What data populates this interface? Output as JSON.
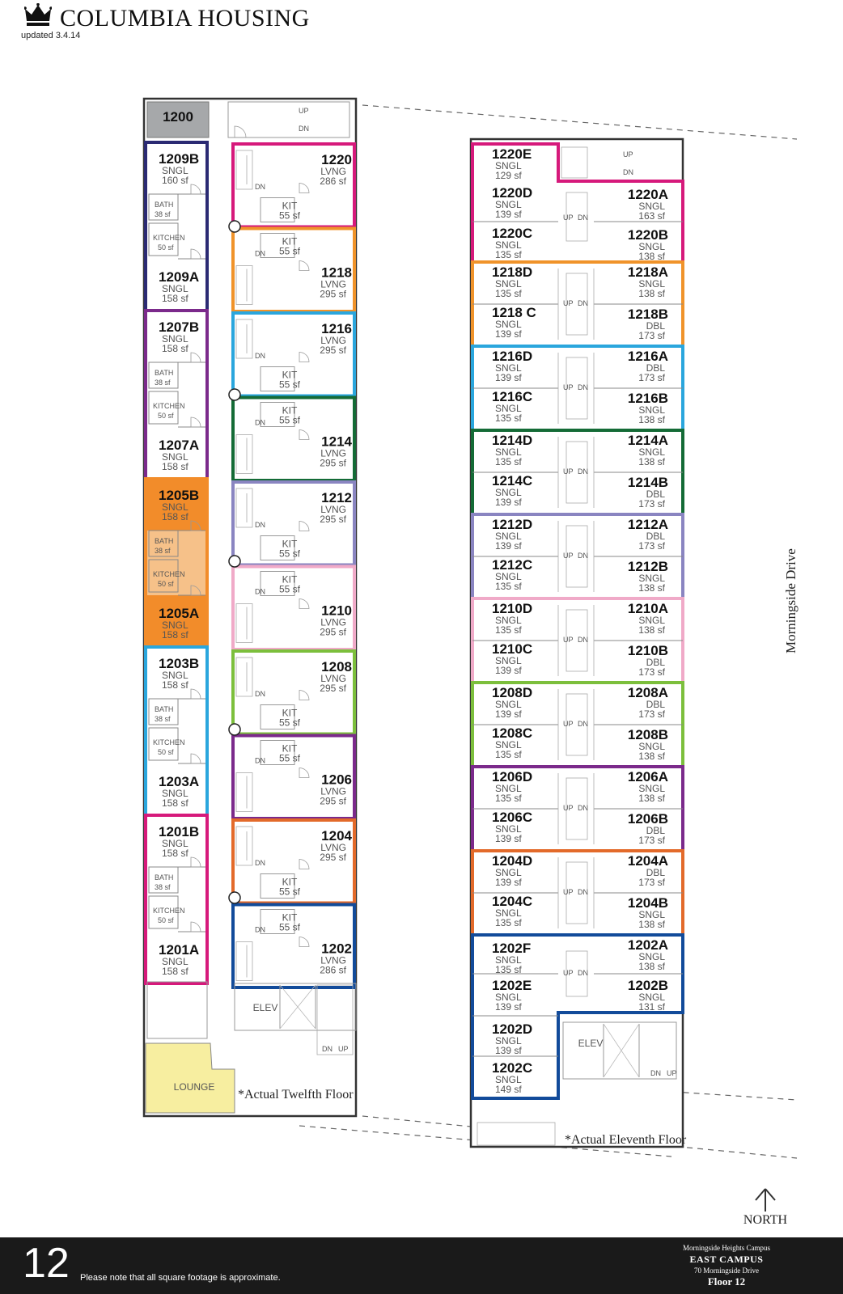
{
  "header": {
    "brand": "COLUMBIA HOUSING",
    "updated": "updated 3.4.14"
  },
  "colors": {
    "1220": "#d6197b",
    "1218": "#f0932a",
    "1216": "#2aa6dd",
    "1214": "#146b36",
    "1212": "#8a85c1",
    "1210": "#f0aac8",
    "1208": "#7cbf3c",
    "1206": "#7b2a8b",
    "1204": "#e36a2a",
    "1202": "#124b9a",
    "1209": "#2b2a73",
    "1207": "#7b2a8b",
    "1205": "#f28c2a",
    "1203": "#2aa6dd",
    "1201": "#d6197b",
    "1200": "#a6a8aa",
    "lounge": "#f7eea0"
  },
  "twelfth": {
    "caption": "*Actual Twelfth Floor",
    "left_suites": [
      {
        "id": "1209",
        "color": "1209",
        "fill": false,
        "rooms": [
          {
            "id": "1209B",
            "type": "SNGL",
            "sf": "160 sf"
          },
          {
            "id": "1209A",
            "type": "SNGL",
            "sf": "158 sf"
          }
        ],
        "bath": "BATH",
        "bath_sf": "38 sf",
        "kitchen": "KITCHEN",
        "kitchen_sf": "50 sf"
      },
      {
        "id": "1207",
        "color": "1207",
        "fill": false,
        "rooms": [
          {
            "id": "1207B",
            "type": "SNGL",
            "sf": "158 sf"
          },
          {
            "id": "1207A",
            "type": "SNGL",
            "sf": "158 sf"
          }
        ],
        "bath": "BATH",
        "bath_sf": "38 sf",
        "kitchen": "KITCHEN",
        "kitchen_sf": "50 sf"
      },
      {
        "id": "1205",
        "color": "1205",
        "fill": true,
        "rooms": [
          {
            "id": "1205B",
            "type": "SNGL",
            "sf": "158 sf"
          },
          {
            "id": "1205A",
            "type": "SNGL",
            "sf": "158 sf"
          }
        ],
        "bath": "BATH",
        "bath_sf": "38 sf",
        "kitchen": "KITCHEN",
        "kitchen_sf": "50 sf"
      },
      {
        "id": "1203",
        "color": "1203",
        "fill": false,
        "rooms": [
          {
            "id": "1203B",
            "type": "SNGL",
            "sf": "158 sf"
          },
          {
            "id": "1203A",
            "type": "SNGL",
            "sf": "158 sf"
          }
        ],
        "bath": "BATH",
        "bath_sf": "38 sf",
        "kitchen": "KITCHEN",
        "kitchen_sf": "50 sf"
      },
      {
        "id": "1201",
        "color": "1201",
        "fill": false,
        "rooms": [
          {
            "id": "1201B",
            "type": "SNGL",
            "sf": "158 sf"
          },
          {
            "id": "1201A",
            "type": "SNGL",
            "sf": "158 sf"
          }
        ],
        "bath": "BATH",
        "bath_sf": "38 sf",
        "kitchen": "KITCHEN",
        "kitchen_sf": "50 sf"
      }
    ],
    "right_units": [
      {
        "id": "1220",
        "type": "LVNG",
        "sf": "286 sf",
        "kit": "KIT",
        "kit_sf": "55 sf"
      },
      {
        "id": "1218",
        "type": "LVNG",
        "sf": "295 sf",
        "kit": "KIT",
        "kit_sf": "55 sf"
      },
      {
        "id": "1216",
        "type": "LVNG",
        "sf": "295 sf",
        "kit": "KIT",
        "kit_sf": "55 sf"
      },
      {
        "id": "1214",
        "type": "LVNG",
        "sf": "295 sf",
        "kit": "KIT",
        "kit_sf": "55 sf"
      },
      {
        "id": "1212",
        "type": "LVNG",
        "sf": "295 sf",
        "kit": "KIT",
        "kit_sf": "55 sf"
      },
      {
        "id": "1210",
        "type": "LVNG",
        "sf": "295 sf",
        "kit": "KIT",
        "kit_sf": "55 sf"
      },
      {
        "id": "1208",
        "type": "LVNG",
        "sf": "295 sf",
        "kit": "KIT",
        "kit_sf": "55 sf"
      },
      {
        "id": "1206",
        "type": "LVNG",
        "sf": "295 sf",
        "kit": "KIT",
        "kit_sf": "55 sf"
      },
      {
        "id": "1204",
        "type": "LVNG",
        "sf": "295 sf",
        "kit": "KIT",
        "kit_sf": "55 sf"
      },
      {
        "id": "1202",
        "type": "LVNG",
        "sf": "286 sf",
        "kit": "KIT",
        "kit_sf": "55 sf"
      }
    ],
    "room_1200": "1200",
    "elev": "ELEV",
    "lounge": "LOUNGE",
    "up": "UP",
    "dn": "DN"
  },
  "eleventh": {
    "caption": "*Actual Eleventh Floor",
    "suites": [
      {
        "id": "1220",
        "rooms": [
          {
            "id": "1220E",
            "type": "SNGL",
            "sf": "129 sf"
          },
          {
            "id": "1220D",
            "type": "SNGL",
            "sf": "139 sf"
          },
          {
            "id": "1220C",
            "type": "SNGL",
            "sf": "135 sf"
          },
          {
            "id": "1220A",
            "type": "SNGL",
            "sf": "163 sf"
          },
          {
            "id": "1220B",
            "type": "SNGL",
            "sf": "138 sf"
          }
        ]
      },
      {
        "id": "1218",
        "rooms": [
          {
            "id": "1218D",
            "type": "SNGL",
            "sf": "135 sf"
          },
          {
            "id": "1218 C",
            "type": "SNGL",
            "sf": "139 sf"
          },
          {
            "id": "1218A",
            "type": "SNGL",
            "sf": "138 sf"
          },
          {
            "id": "1218B",
            "type": "DBL",
            "sf": "173 sf"
          }
        ]
      },
      {
        "id": "1216",
        "rooms": [
          {
            "id": "1216D",
            "type": "SNGL",
            "sf": "139 sf"
          },
          {
            "id": "1216C",
            "type": "SNGL",
            "sf": "135 sf"
          },
          {
            "id": "1216A",
            "type": "DBL",
            "sf": "173 sf"
          },
          {
            "id": "1216B",
            "type": "SNGL",
            "sf": "138 sf"
          }
        ]
      },
      {
        "id": "1214",
        "rooms": [
          {
            "id": "1214D",
            "type": "SNGL",
            "sf": "135 sf"
          },
          {
            "id": "1214C",
            "type": "SNGL",
            "sf": "139 sf"
          },
          {
            "id": "1214A",
            "type": "SNGL",
            "sf": "138 sf"
          },
          {
            "id": "1214B",
            "type": "DBL",
            "sf": "173 sf"
          }
        ]
      },
      {
        "id": "1212",
        "rooms": [
          {
            "id": "1212D",
            "type": "SNGL",
            "sf": "139 sf"
          },
          {
            "id": "1212C",
            "type": "SNGL",
            "sf": "135 sf"
          },
          {
            "id": "1212A",
            "type": "DBL",
            "sf": "173 sf"
          },
          {
            "id": "1212B",
            "type": "SNGL",
            "sf": "138 sf"
          }
        ]
      },
      {
        "id": "1210",
        "rooms": [
          {
            "id": "1210D",
            "type": "SNGL",
            "sf": "135 sf"
          },
          {
            "id": "1210C",
            "type": "SNGL",
            "sf": "139 sf"
          },
          {
            "id": "1210A",
            "type": "SNGL",
            "sf": "138 sf"
          },
          {
            "id": "1210B",
            "type": "DBL",
            "sf": "173 sf"
          }
        ]
      },
      {
        "id": "1208",
        "rooms": [
          {
            "id": "1208D",
            "type": "SNGL",
            "sf": "139 sf"
          },
          {
            "id": "1208C",
            "type": "SNGL",
            "sf": "135 sf"
          },
          {
            "id": "1208A",
            "type": "DBL",
            "sf": "173 sf"
          },
          {
            "id": "1208B",
            "type": "SNGL",
            "sf": "138 sf"
          }
        ]
      },
      {
        "id": "1206",
        "rooms": [
          {
            "id": "1206D",
            "type": "SNGL",
            "sf": "135 sf"
          },
          {
            "id": "1206C",
            "type": "SNGL",
            "sf": "139 sf"
          },
          {
            "id": "1206A",
            "type": "SNGL",
            "sf": "138 sf"
          },
          {
            "id": "1206B",
            "type": "DBL",
            "sf": "173 sf"
          }
        ]
      },
      {
        "id": "1204",
        "rooms": [
          {
            "id": "1204D",
            "type": "SNGL",
            "sf": "139 sf"
          },
          {
            "id": "1204C",
            "type": "SNGL",
            "sf": "135 sf"
          },
          {
            "id": "1204A",
            "type": "DBL",
            "sf": "173 sf"
          },
          {
            "id": "1204B",
            "type": "SNGL",
            "sf": "138 sf"
          }
        ]
      },
      {
        "id": "1202",
        "rooms": [
          {
            "id": "1202F",
            "type": "SNGL",
            "sf": "135 sf"
          },
          {
            "id": "1202E",
            "type": "SNGL",
            "sf": "139 sf"
          },
          {
            "id": "1202A",
            "type": "SNGL",
            "sf": "138 sf"
          },
          {
            "id": "1202B",
            "type": "SNGL",
            "sf": "131 sf"
          },
          {
            "id": "1202D",
            "type": "SNGL",
            "sf": "139 sf"
          },
          {
            "id": "1202C",
            "type": "SNGL",
            "sf": "149 sf"
          }
        ]
      }
    ],
    "elev": "ELEV",
    "up": "UP",
    "dn": "DN"
  },
  "street": "Morningside Drive",
  "north": "NORTH",
  "footer": {
    "floor_number": "12",
    "note": "Please note that all square footage is approximate.",
    "campus": "Morningside Heights Campus",
    "building": "EAST CAMPUS",
    "address": "70 Morningside Drive",
    "floor": "Floor 12"
  }
}
